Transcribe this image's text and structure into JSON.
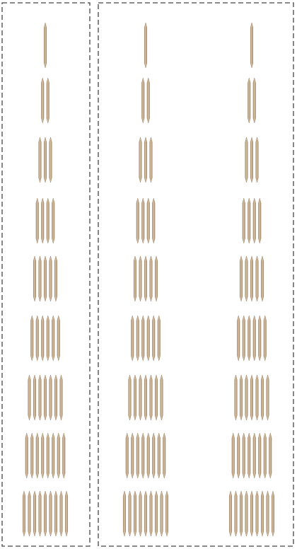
{
  "colors": {
    "stick_body": "#d9c3a5",
    "stick_shade": "#a98f6f",
    "stick_tip": "#8a6e50",
    "frame_stroke": "#444444",
    "background": "#ffffff"
  },
  "panels": [
    {
      "name": "left-panel",
      "columns": [
        {
          "name": "column-1",
          "rows": [
            1,
            2,
            3,
            4,
            5,
            6,
            7,
            8,
            9
          ]
        }
      ]
    },
    {
      "name": "right-panel",
      "columns": [
        {
          "name": "column-2",
          "rows": [
            1,
            2,
            3,
            4,
            5,
            6,
            7,
            8,
            9
          ]
        },
        {
          "name": "column-3",
          "rows": [
            1,
            2,
            3,
            4,
            5,
            6,
            7,
            8,
            9
          ]
        }
      ]
    }
  ]
}
